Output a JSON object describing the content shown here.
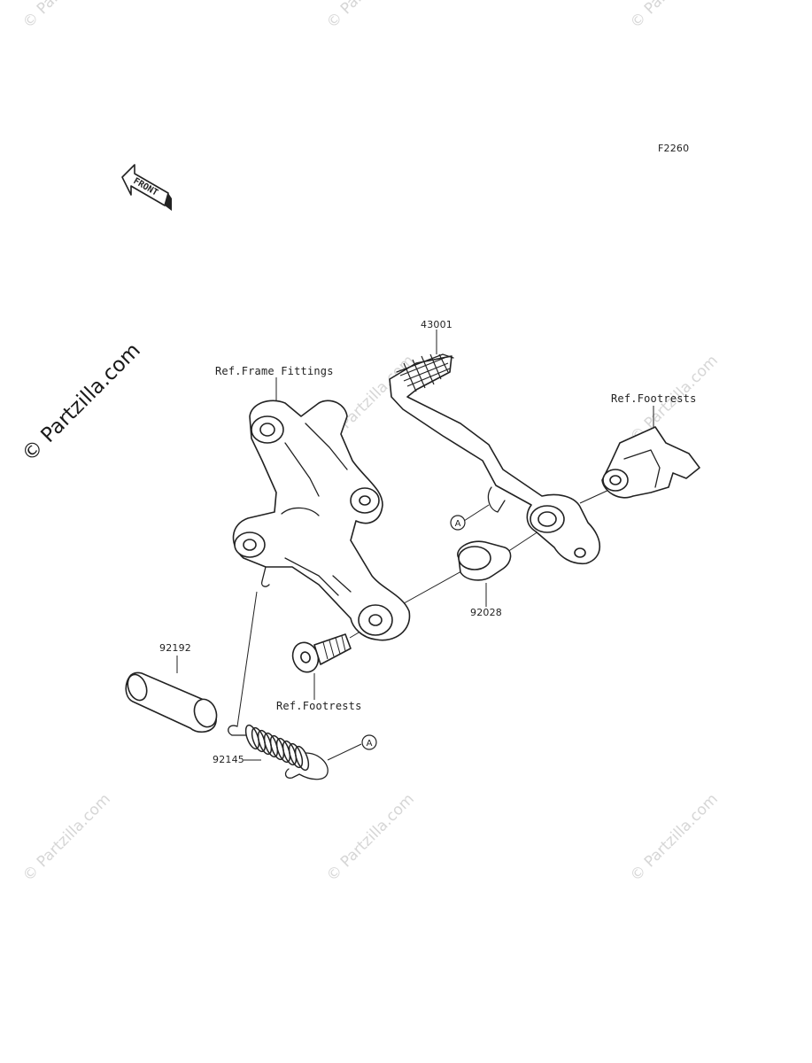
{
  "diagram_code": "F2260",
  "front_arrow_label": "FRONT",
  "watermark_main": "© Partzilla.com",
  "watermark_faint": "© Partzilla.com",
  "labels": {
    "part_43001": "43001",
    "ref_frame_fittings": "Ref.Frame Fittings",
    "ref_footrests_top": "Ref.Footrests",
    "part_92028": "92028",
    "part_92192": "92192",
    "ref_footrests_bottom": "Ref.Footrests",
    "part_92145": "92145",
    "callout_a_upper": "A",
    "callout_a_lower": "A"
  }
}
